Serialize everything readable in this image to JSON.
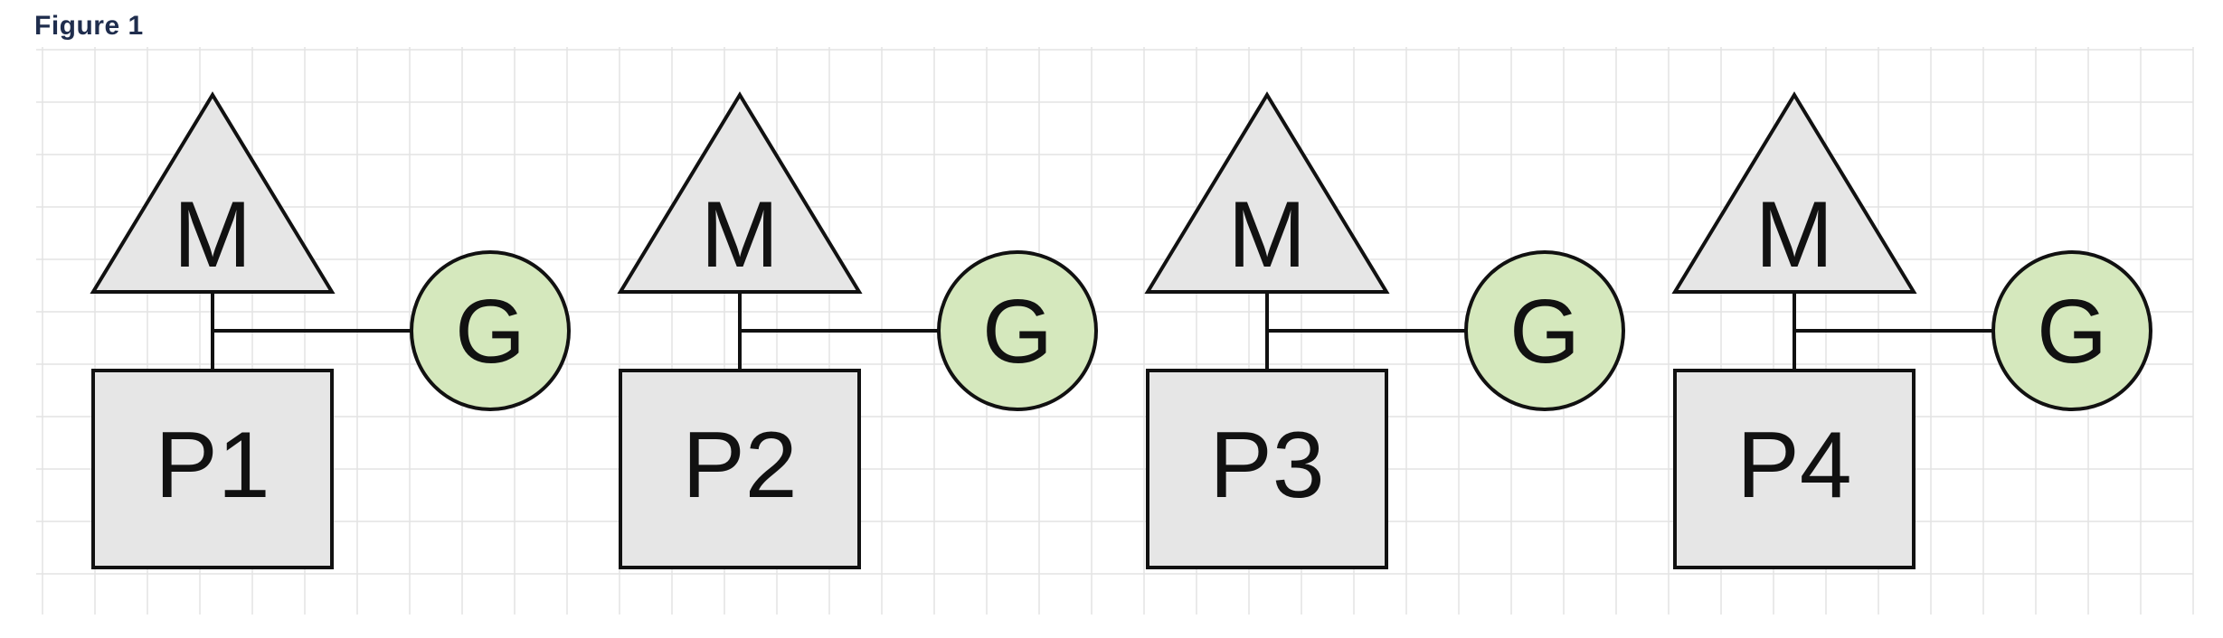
{
  "caption": "Figure 1",
  "colors": {
    "grid_line": "#e3e3e3",
    "shape_fill": "#e6e6e6",
    "goroutine_fill": "#d5e8bd",
    "stroke": "#111111"
  },
  "groups": [
    {
      "machine_label": "M",
      "processor_label": "P1",
      "goroutine_label": "G"
    },
    {
      "machine_label": "M",
      "processor_label": "P2",
      "goroutine_label": "G"
    },
    {
      "machine_label": "M",
      "processor_label": "P3",
      "goroutine_label": "G"
    },
    {
      "machine_label": "M",
      "processor_label": "P4",
      "goroutine_label": "G"
    }
  ]
}
